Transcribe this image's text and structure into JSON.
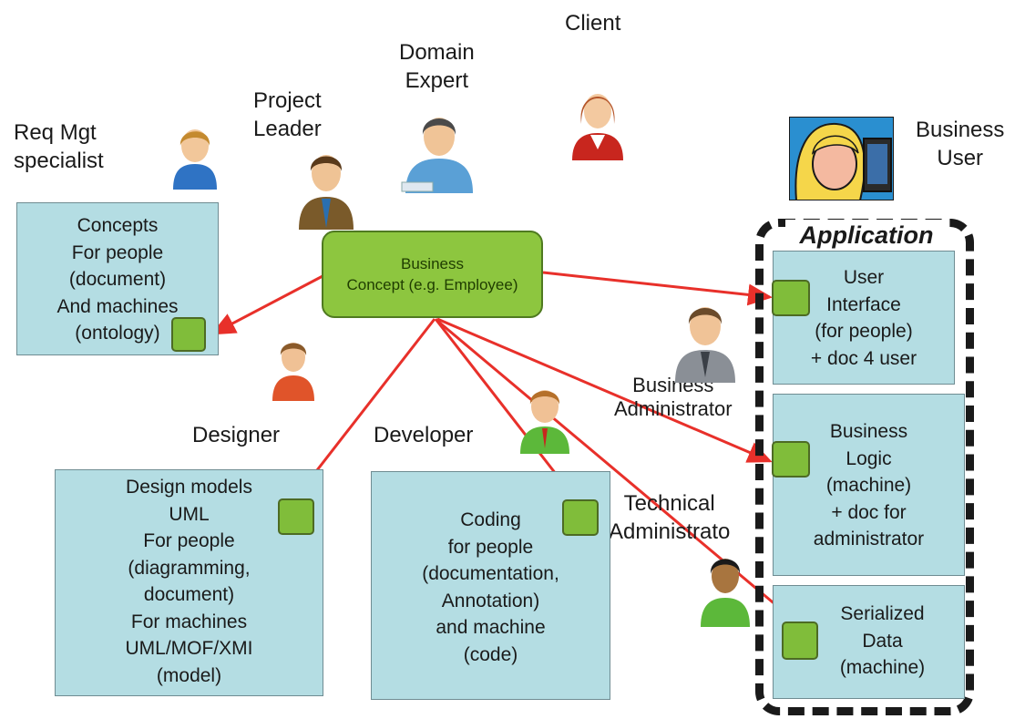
{
  "roles": {
    "req_mgt": "Req Mgt\nspecialist",
    "project_leader": "Project\nLeader",
    "domain_expert": "Domain\nExpert",
    "client": "Client",
    "business_user": "Business\nUser",
    "designer": "Designer",
    "developer": "Developer",
    "business_admin": "Business\nAdministrator",
    "technical_admin": "Technical\nAdministrato"
  },
  "central": "Business\nConcept (e.g. Employee)",
  "application_title": "Application",
  "boxes": {
    "concepts": "Concepts\nFor people\n(document)\nAnd machines\n(ontology)",
    "design": "Design models\nUML\nFor people\n(diagramming,\ndocument)\nFor machines\nUML/MOF/XMI\n(model)",
    "coding": "Coding\nfor people\n(documentation,\nAnnotation)\nand machine\n(code)",
    "ui": "User\nInterface\n(for people)\n+ doc 4 user",
    "logic": "Business\nLogic\n(machine)\n+ doc for\nadministrator",
    "data": "Serialized\nData\n(machine)"
  },
  "colors": {
    "box_fill": "#b4dde3",
    "concept_fill": "#8dc63f",
    "arrow": "#e8302a"
  }
}
